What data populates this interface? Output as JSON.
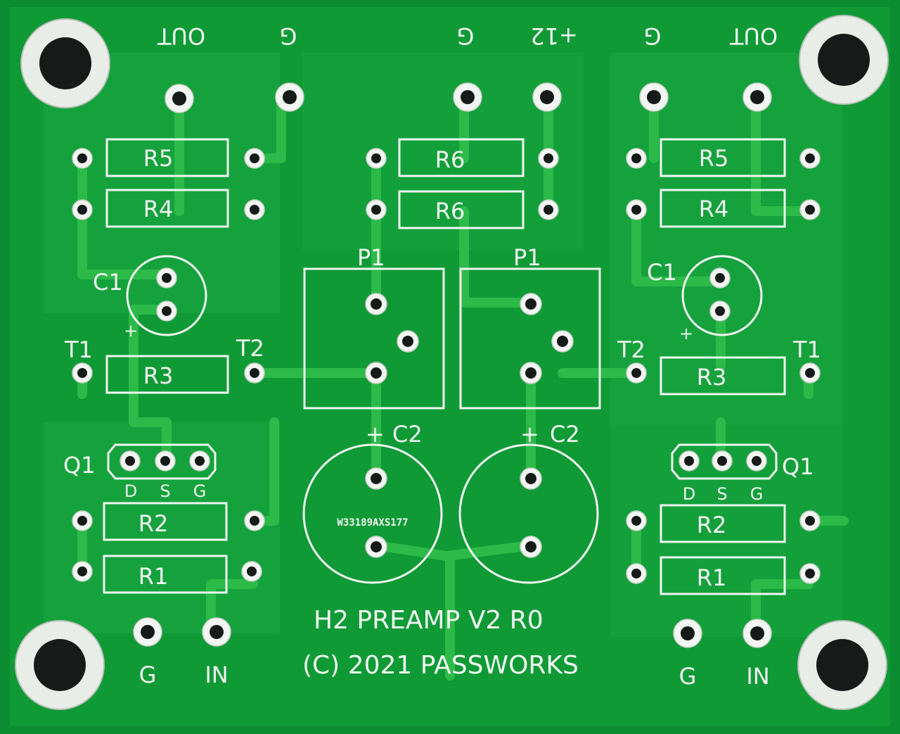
{
  "board": {
    "title": "H2 PREAMP V2 R0",
    "copyright": "(C) 2021 PASSWORKS",
    "marking": "W33189AXS177"
  },
  "labels": {
    "top_out_left": "OUT",
    "top_g_left": "G",
    "top_g_mid": "G",
    "top_plus12": "+12",
    "top_g_right": "G",
    "top_out_right": "OUT",
    "bottom_g_left": "G",
    "bottom_in_left": "IN",
    "bottom_g_right": "G",
    "bottom_in_right": "IN",
    "r5": "R5",
    "r4": "R4",
    "r6": "R6",
    "r3": "R3",
    "r2": "R2",
    "r1": "R1",
    "c1": "C1",
    "c2": "C2",
    "p1": "P1",
    "q1": "Q1",
    "t1": "T1",
    "t2": "T2",
    "plus": "+",
    "pin_d": "D",
    "pin_s": "S",
    "pin_g": "G"
  },
  "colors": {
    "board": "#0f9a36",
    "copper_plane": "#14a53c",
    "silkscreen": "#f1f6f1"
  }
}
